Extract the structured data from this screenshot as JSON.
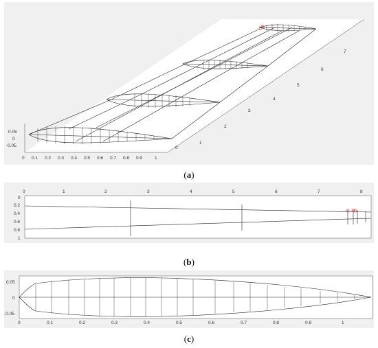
{
  "panels": {
    "a": {
      "caption_letter": "a",
      "x_ticks": [
        "0",
        "0.1",
        "0.2",
        "0.3",
        "0.4",
        "0.5",
        "0.6",
        "0.7",
        "0.8",
        "0.9",
        "1"
      ],
      "z_ticks": [
        "0.05",
        "0",
        "-0.05"
      ],
      "depth_ticks": [
        "0",
        "1",
        "2",
        "3",
        "4",
        "5",
        "6",
        "7"
      ]
    },
    "b": {
      "caption_letter": "b",
      "x_ticks": [
        "0",
        "1",
        "2",
        "3",
        "4",
        "5",
        "6",
        "7",
        "8"
      ],
      "y_ticks": [
        "0",
        "0.2",
        "0.4",
        "0.6",
        "0.8",
        "1"
      ]
    },
    "c": {
      "caption_letter": "c",
      "x_ticks": [
        "0",
        "0.1",
        "0.2",
        "0.3",
        "0.4",
        "0.5",
        "0.6",
        "0.7",
        "0.8",
        "0.9",
        "1"
      ],
      "y_ticks": [
        "0.05",
        "0",
        "-0.05"
      ]
    }
  },
  "colors": {
    "panel_bg": "#f0f0f0",
    "plot_bg": "#ffffff",
    "line": "#222222",
    "marker": "#e03030"
  }
}
